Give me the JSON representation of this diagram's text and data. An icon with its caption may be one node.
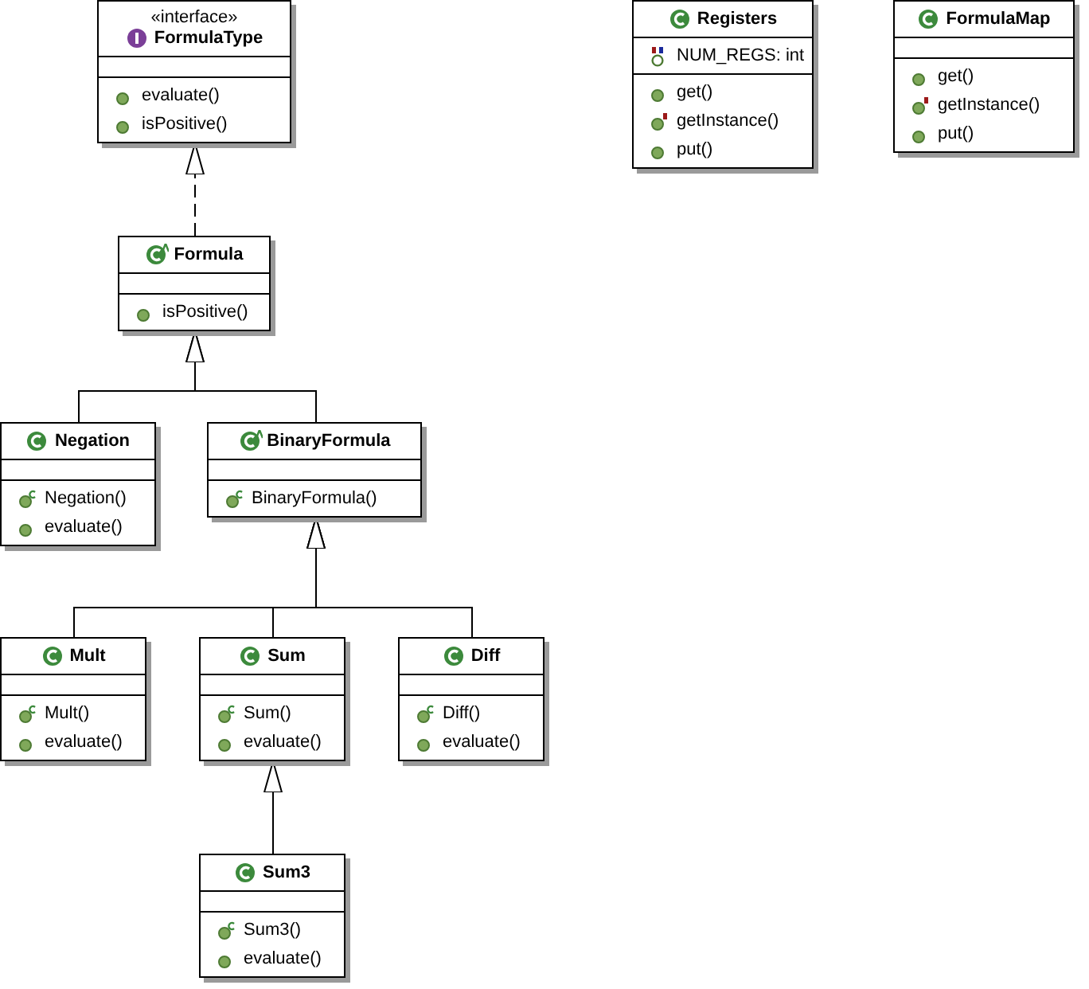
{
  "diagram": {
    "nodes": [
      {
        "text": [
          "«interface»",
          "FormulaType"
        ]
      },
      {
        "text": [],
        "shape": "box",
        "in": 0
      },
      {
        "text": [
          "evaluate()",
          "isPositive()"
        ],
        "in": 0
      },
      {
        "text": [
          "Registers"
        ]
      },
      {
        "text": [
          "NUM_REGS: int"
        ],
        "in": 3
      },
      {
        "text": [
          "get()",
          "getInstance()",
          "put()"
        ],
        "in": 3
      },
      {
        "text": [
          "FormulaMap"
        ]
      },
      {
        "text": [],
        "shape": "box",
        "in": 6
      },
      {
        "text": [
          "get()",
          "getInstance()",
          "put()"
        ],
        "in": 6
      },
      {
        "text": [
          "Formula"
        ]
      },
      {
        "text": [],
        "shape": "box",
        "in": 9
      },
      {
        "text": [
          "isPositive()"
        ],
        "in": 9
      },
      {
        "text": [
          "Negation"
        ]
      },
      {
        "text": [],
        "shape": "box",
        "in": 12
      },
      {
        "text": [
          "Negation()",
          "evaluate()"
        ],
        "in": 12
      },
      {
        "text": [
          "BinaryFormula"
        ]
      },
      {
        "text": [],
        "shape": "box",
        "in": 15
      },
      {
        "text": [
          "BinaryFormula()"
        ],
        "in": 15
      },
      {
        "text": [
          "Mult"
        ]
      },
      {
        "text": [],
        "shape": "box",
        "in": 18
      },
      {
        "text": [
          "Mult()",
          "evaluate()"
        ],
        "in": 18
      },
      {
        "text": [
          "Sum"
        ]
      },
      {
        "text": [],
        "shape": "box",
        "in": 21
      },
      {
        "text": [
          "Sum()",
          "evaluate()"
        ],
        "in": 21
      },
      {
        "text": [
          "Diff"
        ]
      },
      {
        "text": [],
        "shape": "box",
        "in": 24
      },
      {
        "text": [
          "Diff()",
          "evaluate()"
        ],
        "in": 24
      },
      {
        "text": [
          "Sum3"
        ]
      },
      {
        "text": [],
        "shape": "box",
        "in": 27
      },
      {
        "text": [
          "Sum3()",
          "evaluate()"
        ],
        "in": 27
      }
    ],
    "edges": [
      {
        "from": 9,
        "to": 0,
        "arrow": "to",
        "style": "dashed"
      },
      {
        "from": 12,
        "to": 9,
        "arrow": "to"
      },
      {
        "from": 15,
        "to": 9,
        "arrow": "to"
      },
      {
        "from": 18,
        "to": 15,
        "arrow": "to"
      },
      {
        "from": 21,
        "to": 15,
        "arrow": "to"
      },
      {
        "from": 24,
        "to": 15,
        "arrow": "to"
      },
      {
        "from": 27,
        "to": 21,
        "arrow": "to"
      }
    ]
  }
}
